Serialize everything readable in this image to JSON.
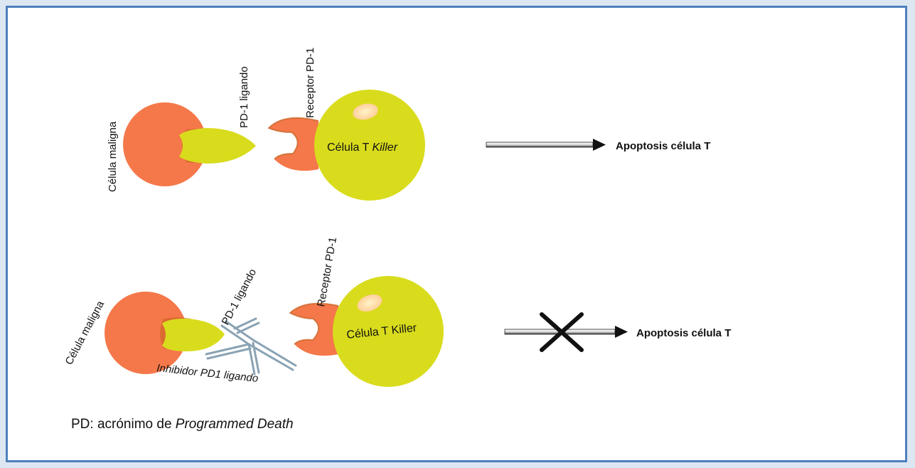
{
  "colors": {
    "frame_border": "#4f81bd",
    "page_background": "#dde7f2",
    "malignant_cell": "#f5784a",
    "pd1_ligand": "#d9dc1c",
    "receptor": "#f5784a",
    "tcell": "#d9dc1c",
    "inhibitor": "#9fb6c4"
  },
  "panel_top": {
    "malignant_label": "Célula maligna",
    "ligand_label": "PD-1 ligando",
    "receptor_label": "Receptor PD-1",
    "tcell_label_main": "Célula T ",
    "tcell_label_italic": "Killer",
    "result_label": "Apoptosis célula T"
  },
  "panel_bottom": {
    "malignant_label": "Célula maligna",
    "ligand_label": "PD-1 ligando",
    "receptor_label": "Receptor PD-1",
    "tcell_label": "Célula T Killer",
    "result_label": "Apoptosis célula T",
    "inhibitor_label": "Inhibidor PD1 ligando",
    "blocked_mark": "X"
  },
  "footnote": {
    "prefix": "PD: acrónimo de ",
    "italic": "Programmed Death"
  }
}
